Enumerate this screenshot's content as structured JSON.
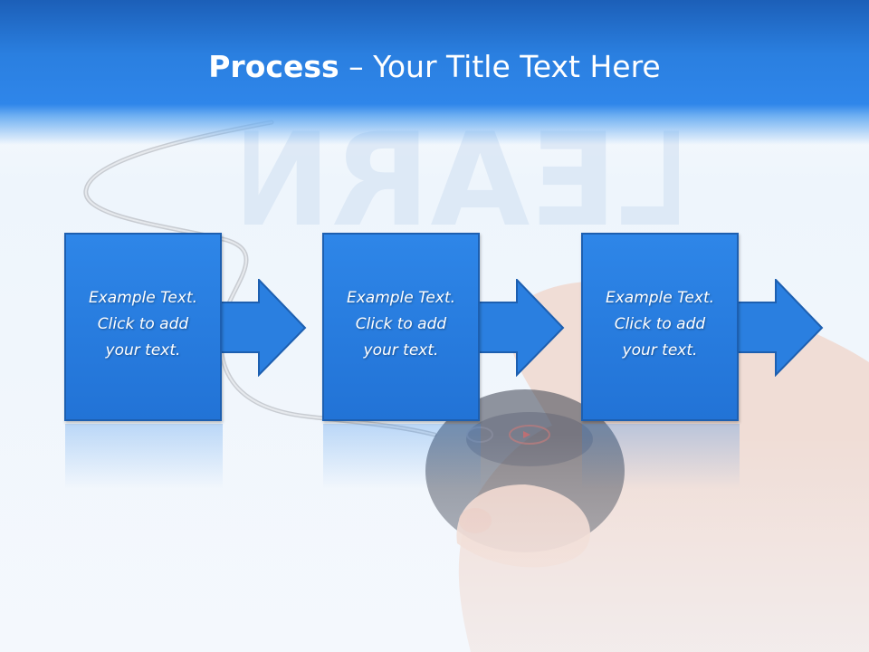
{
  "title": {
    "bold": "Process",
    "rest": " – Your Title Text Here"
  },
  "steps": [
    {
      "text": "Example Text.\nClick  to add\nyour text."
    },
    {
      "text": "Example Text.\nClick  to add\nyour text."
    },
    {
      "text": "Example Text.\nClick  to add\nyour text."
    }
  ],
  "colors": {
    "header_blue": "#2a7fe0",
    "box_blue": "#2a7fe0",
    "box_border": "#1d5fb0"
  },
  "background": {
    "watermark_text": "LEARN"
  }
}
